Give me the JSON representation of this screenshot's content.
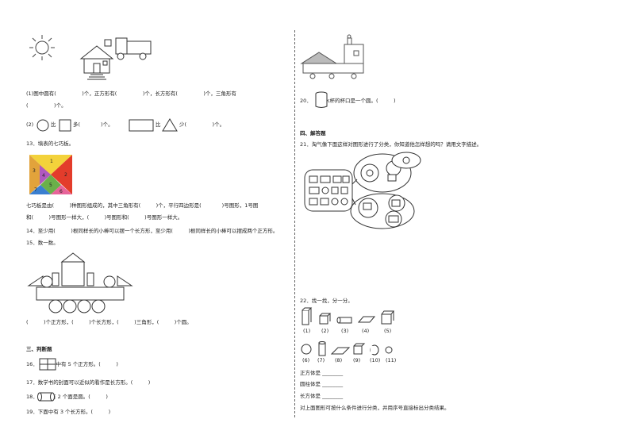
{
  "left": {
    "q_shapes_line1": "(1)图中圆有(　　　　　)个，正方形有(　　　　　)个，长方形有(　　　　　)个，三角形有",
    "q_shapes_line2": "(　　　　　)个。",
    "q_compare": {
      "prefix": "(2)",
      "bi1": "比",
      "duo": "多(　　　　)个。",
      "bi2": "比",
      "shao": "少(　　　　　)个。"
    },
    "q13_title": "13．填表的七巧板。",
    "tangram_labels": [
      "1",
      "2",
      "3",
      "4",
      "5",
      "6",
      "7"
    ],
    "q13_line1": "七巧板是由(　　　)种图形组成的，其中三角形有(　　　)个，平行四边形是(　　　　)号图形，1号图",
    "q13_line2": "和(　　　)号图形一样大，(　　　)号图形和(　　　)号图形一样大。",
    "q14": "14．至少用(　　　)根同样长的小棒可以摆一个长方形，至少用(　　　)根同样长的小棒可以摆成两个正方形。",
    "q15": "15．数一数。",
    "q15_answer": "(　　　)个正方形，(　　　)个长方形，(　　　)三角形，(　　　)个圆。",
    "section3": "三、判断题",
    "q16": "16．　　　　中有 5 个正方形。(　　　)",
    "q17": "17．数学书的封面可以近似的看作是长方形。(　　　)",
    "q18": "18．　　　有 2 个面是圆。(　　　)",
    "q19": "19．下面中有 3 个长方形。(　　　)"
  },
  "right": {
    "q20": "20．　　　水杯的杯口是一个圆。(　　　)",
    "section4": "四、解答题",
    "q21": "21．淘气像下面这样对图形进行了分类，你知道他怎样想的吗？请用文字描述。",
    "q22": "22．找一找，分一分。",
    "q22_labels_row1": [
      "(1)",
      "(2)",
      "(3)",
      "(4)",
      "(5)"
    ],
    "q22_labels_row2": [
      "(6)",
      "(7)",
      "(8)",
      "(9)",
      "(10)",
      "(11)"
    ],
    "cube_line": "正方体是 ________",
    "cylinder_line": "圆柱体是 ________",
    "cuboid_line": "长方体是 ________",
    "final_line": "对上面图形可按什么条件进行分类，并用序号直接标出分类结果。"
  },
  "colors": {
    "tangram": [
      "#e2a33b",
      "#e33c2b",
      "#f3d23b",
      "#6ab04a",
      "#3a7fd0",
      "#b058c0",
      "#e7649a"
    ]
  }
}
